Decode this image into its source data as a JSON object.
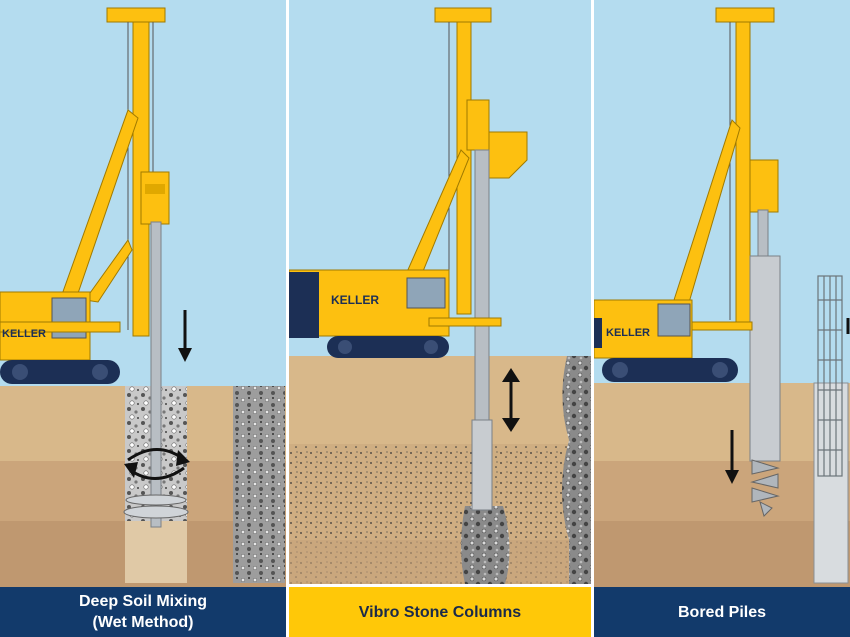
{
  "panels": [
    {
      "caption_line1": "Deep Soil Mixing",
      "caption_line2": "(Wet Method)",
      "brand": "KELLER"
    },
    {
      "caption_line1": "Vibro Stone Columns",
      "brand": "KELLER"
    },
    {
      "caption_line1": "Bored Piles",
      "brand": "KELLER"
    }
  ],
  "colors": {
    "sky": "#b4dcef",
    "soil_top": "#d8b88a",
    "soil_mid": "#cba57b",
    "soil_low": "#bf9870",
    "rig_yellow": "#fdc010",
    "rig_navy": "#1c2f55",
    "caption_navy": "#123a6b",
    "caption_gold": "#ffc808"
  },
  "icons": [
    "down-arrow-icon",
    "rotation-arrows-icon",
    "up-down-arrow-icon"
  ]
}
